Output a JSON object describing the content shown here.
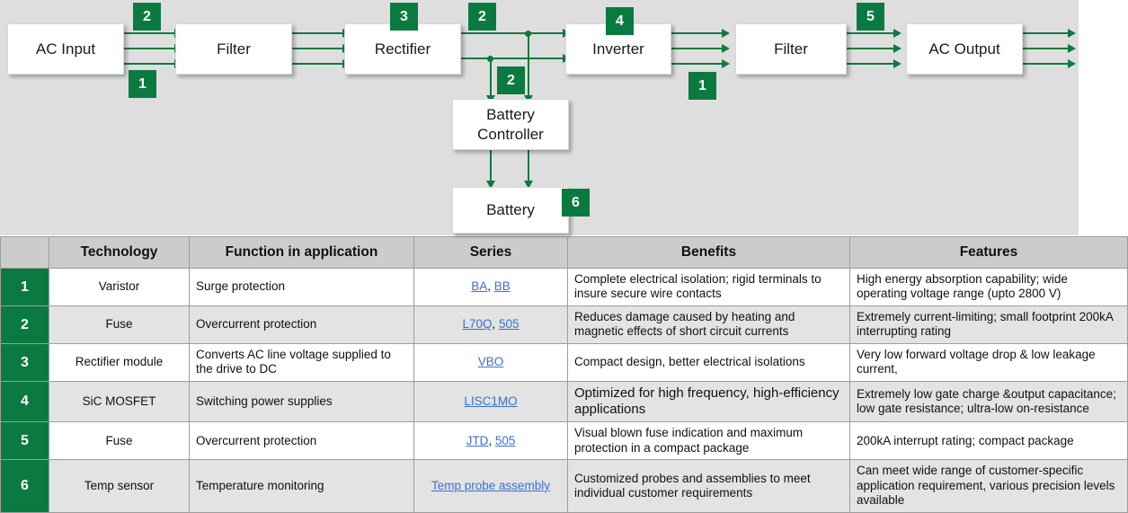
{
  "diagram": {
    "background_color": "#dedede",
    "accent_color": "#0a7a41",
    "nodes": [
      {
        "id": "ac-input",
        "label": "AC Input"
      },
      {
        "id": "filter-input",
        "label": "Filter"
      },
      {
        "id": "rectifier",
        "label": "Rectifier"
      },
      {
        "id": "inverter",
        "label": "Inverter"
      },
      {
        "id": "filter-output",
        "label": "Filter"
      },
      {
        "id": "ac-output",
        "label": "AC Output"
      },
      {
        "id": "battery-controller",
        "label": "Battery\nController",
        "line1": "Battery",
        "line2": "Controller"
      },
      {
        "id": "battery",
        "label": "Battery"
      }
    ],
    "badges": [
      {
        "id": "badge-2-input",
        "value": "2"
      },
      {
        "id": "badge-1-input",
        "value": "1"
      },
      {
        "id": "badge-3-rectifier",
        "value": "3"
      },
      {
        "id": "badge-2-dclink",
        "value": "2"
      },
      {
        "id": "badge-4-inverter",
        "value": "4"
      },
      {
        "id": "badge-2-battery",
        "value": "2"
      },
      {
        "id": "badge-1-output",
        "value": "1"
      },
      {
        "id": "badge-5-output",
        "value": "5"
      },
      {
        "id": "badge-6-battery",
        "value": "6"
      }
    ]
  },
  "table": {
    "headers": [
      "",
      "Technology",
      "Function in application",
      "Series",
      "Benefits",
      "Features"
    ],
    "rows": [
      {
        "num": "1",
        "technology": "Varistor",
        "function": "Surge protection",
        "series": [
          {
            "text": "BA",
            "link": true
          },
          {
            "text": ", ",
            "link": false
          },
          {
            "text": "BB",
            "link": true
          }
        ],
        "benefits": "Complete electrical isolation; rigid terminals to insure secure wire contacts",
        "features": "High energy absorption capability; wide operating voltage range (upto 2800 V)"
      },
      {
        "num": "2",
        "technology": "Fuse",
        "function": "Overcurrent protection",
        "series": [
          {
            "text": "L70Q",
            "link": true
          },
          {
            "text": ", ",
            "link": false
          },
          {
            "text": "505",
            "link": true
          }
        ],
        "benefits": "Reduces damage caused by heating and magnetic effects of short circuit currents",
        "features": "Extremely current-limiting; small footprint 200kA interrupting rating"
      },
      {
        "num": "3",
        "technology": "Rectifier module",
        "function": "Converts AC line voltage supplied to the drive to DC",
        "series": [
          {
            "text": "VBO",
            "link": true
          }
        ],
        "benefits": "Compact design, better electrical isolations",
        "features": "Very low forward voltage drop & low leakage current,"
      },
      {
        "num": "4",
        "technology": "SiC MOSFET",
        "function": "Switching power supplies",
        "series": [
          {
            "text": "LISC1MO",
            "link": true
          }
        ],
        "benefits": "Optimized for high frequency, high-efficiency applications",
        "features": "Extremely low gate charge &output capacitance; low gate resistance; ultra-low on-resistance"
      },
      {
        "num": "5",
        "technology": "Fuse",
        "function": "Overcurrent protection",
        "series": [
          {
            "text": "JTD",
            "link": true
          },
          {
            "text": ", ",
            "link": false
          },
          {
            "text": "505",
            "link": true
          }
        ],
        "benefits": "Visual blown fuse indication and maximum protection in a compact package",
        "features": "200kA  interrupt rating; compact package"
      },
      {
        "num": "6",
        "technology": "Temp sensor",
        "function": "Temperature monitoring",
        "series": [
          {
            "text": "Temp probe assembly",
            "link": true
          }
        ],
        "benefits": "Customized probes and assemblies to meet individual customer requirements",
        "features": "Can meet wide range of customer-specific application requirement, various precision levels available"
      }
    ]
  }
}
